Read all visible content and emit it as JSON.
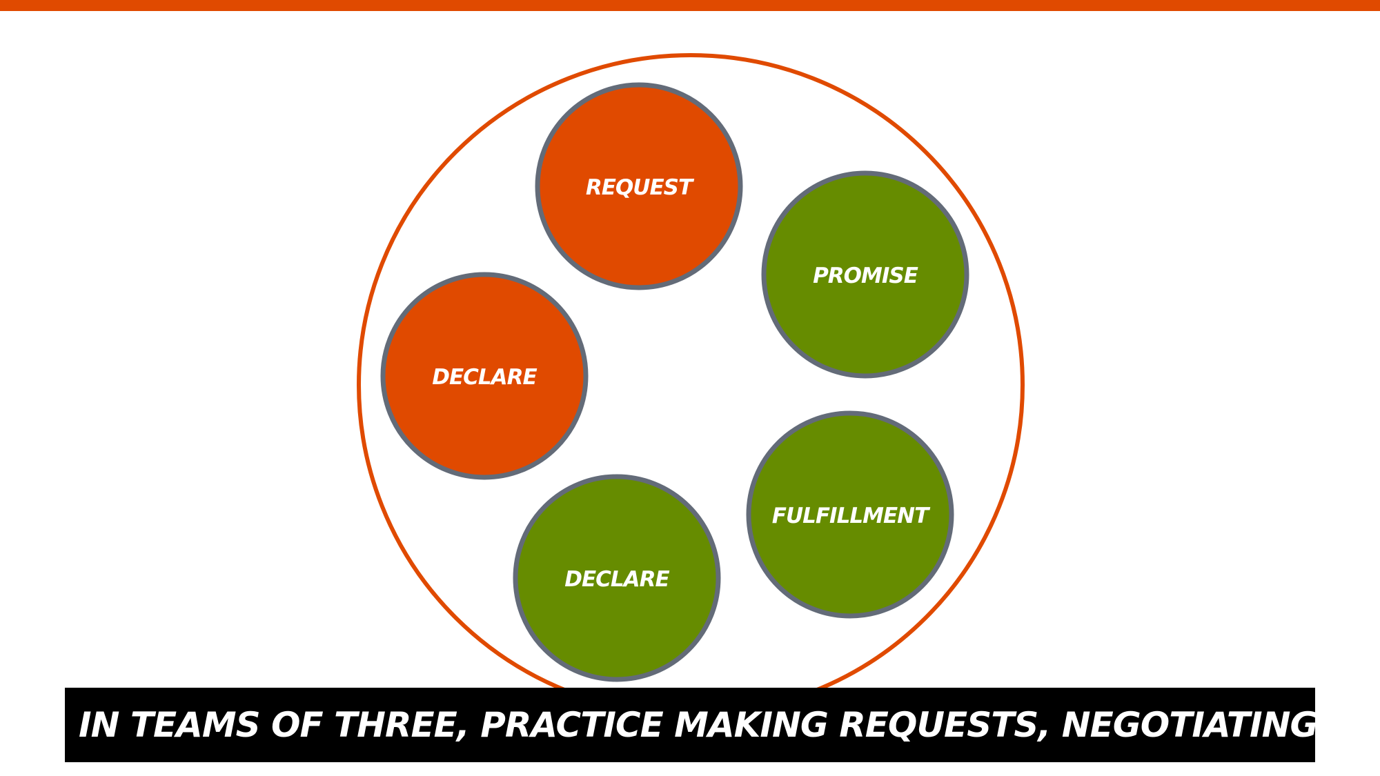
{
  "colors": {
    "accent": "#E04A00",
    "request_fill": "#E04A00",
    "promise_fill": "#668C00",
    "node_border": "#636B78",
    "caption_bg": "#000000",
    "caption_text": "#FFFFFF"
  },
  "diagram": {
    "nodes": [
      {
        "id": "request",
        "label": "REQUEST",
        "color": "orange"
      },
      {
        "id": "promise",
        "label": "PROMISE",
        "color": "green"
      },
      {
        "id": "declare-left",
        "label": "DECLARE",
        "color": "orange"
      },
      {
        "id": "fulfillment",
        "label": "FULFILLMENT",
        "color": "green"
      },
      {
        "id": "declare-bottom",
        "label": "DECLARE",
        "color": "green"
      }
    ]
  },
  "caption": {
    "text": "IN TEAMS OF THREE, PRACTICE MAKING REQUESTS, NEGOTIATING, ETC."
  }
}
